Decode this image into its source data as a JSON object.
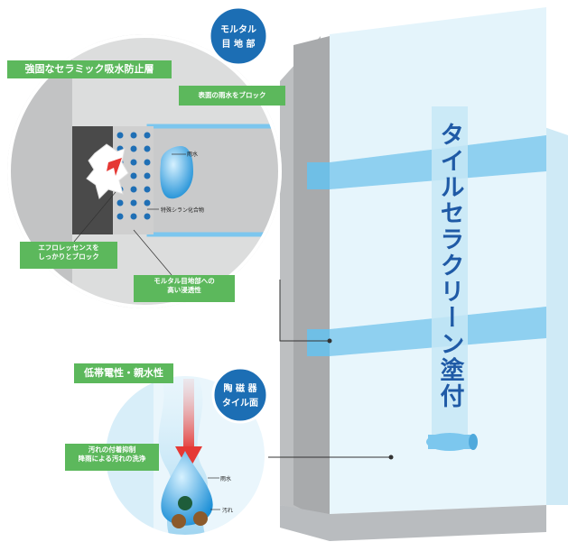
{
  "building": {
    "vertical_title": "タイルセラクリーン塗付"
  },
  "badges": {
    "mortar": [
      "モルタル",
      "目 地 部"
    ],
    "tile": [
      "陶 磁 器",
      "タイル面"
    ]
  },
  "labels": {
    "ceramic_layer": "強固なセラミック吸水防止層",
    "block_rain": "表面の雨水をブロック",
    "rain_top": "雨水",
    "silane": "特殊シラン化合物",
    "efflorescence": [
      "エフロレッセンスを",
      "しっかりとブロック"
    ],
    "penetration": [
      "モルタル目地部への",
      "高い浸透性"
    ],
    "antistatic": "低帯電性・親水性",
    "dirt_suppress": [
      "汚れの付着抑制",
      "降雨による汚れの洗浄"
    ],
    "rain_bottom": "雨水",
    "dirt": "汚れ"
  },
  "colors": {
    "badge_blue": "#1c6eb4",
    "label_green": "#5cb85c",
    "coating_blue": "#8fd0f0",
    "tile_face": "#e6f5fc",
    "wall_gray": "#b9bcbf"
  }
}
